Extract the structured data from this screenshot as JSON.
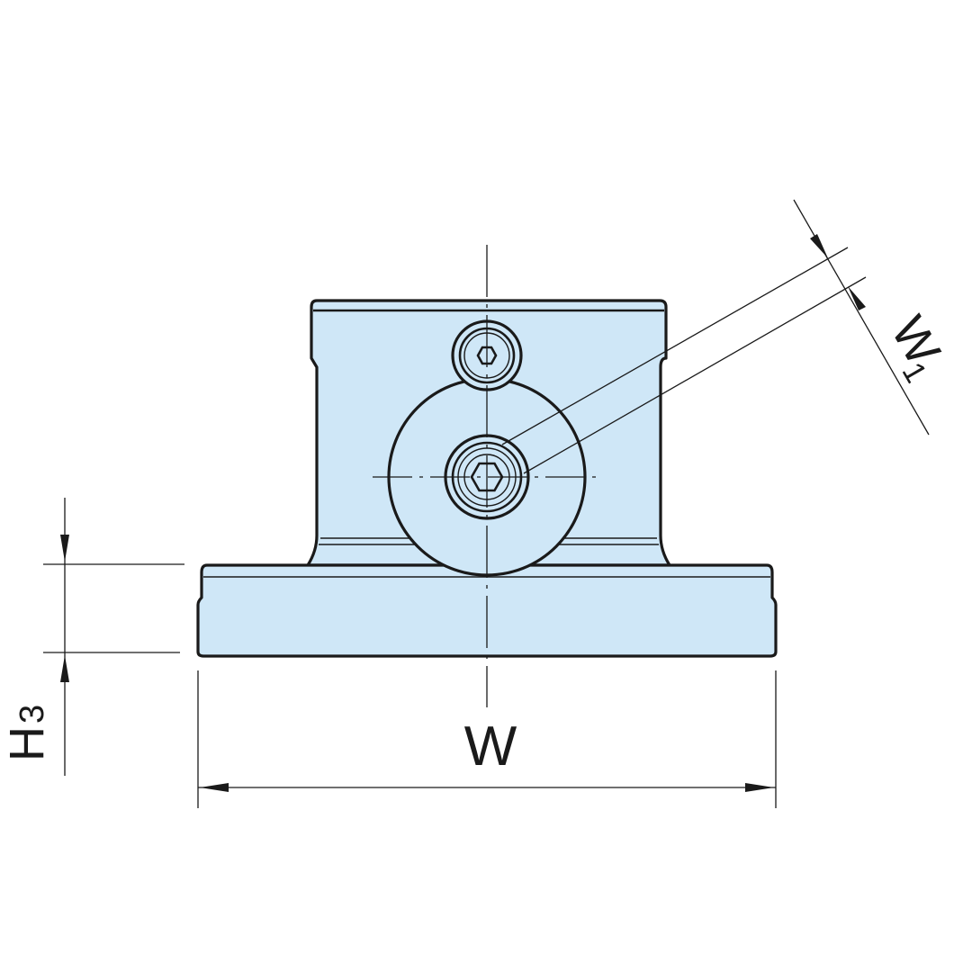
{
  "dimensions": {
    "width_label": "W",
    "width1_label": "W",
    "width1_sub": "1",
    "height3_label": "H",
    "height3_sub": "3"
  },
  "colors": {
    "part_fill": "#cfe7f7",
    "line": "#1a1a1a"
  }
}
